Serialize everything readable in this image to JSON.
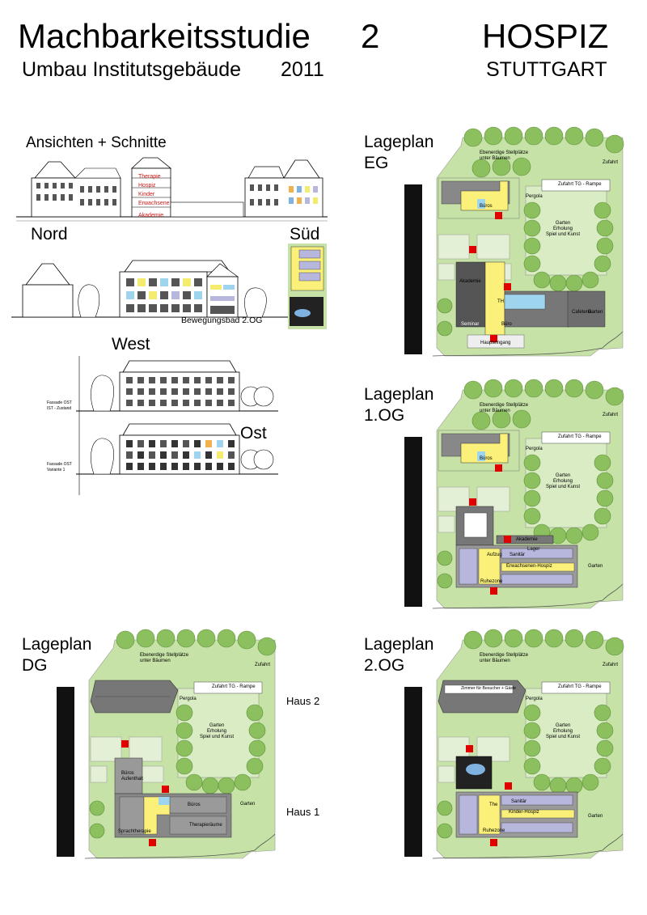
{
  "header": {
    "title": "Machbarkeitsstudie",
    "number": "2",
    "project": "HOSPIZ",
    "subtitle": "Umbau Institutsgebäude",
    "year": "2011",
    "city": "STUTTGART"
  },
  "elevations": {
    "heading": "Ansichten + Schnitte",
    "nord": "Nord",
    "sued": "Süd",
    "west": "West",
    "ost": "Ost",
    "bewegungsbad": "Bewegungsbad 2.OG",
    "fassade_ist_1": "Fassade OST",
    "fassade_ist_2": "IST - Zustand",
    "fassade_var_1": "Fassade OST",
    "fassade_var_2": "Variante 1",
    "stack_labels": [
      "Therapie",
      "Hospiz",
      "Kinder",
      "Erwachsene",
      "Akademie"
    ]
  },
  "plans": {
    "eg": {
      "title_1": "Lageplan",
      "title_2": "EG",
      "stellplaetze_1": "Ebenerdige Stellplätze",
      "stellplaetze_2": "unter Bäumen",
      "zufahrt": "Zufahrt",
      "zufahrt_tg": "Zufahrt TG - Rampe",
      "pergola": "Pergola",
      "garten_1": "Garten",
      "garten_2": "Erholung",
      "garten_3": "Spiel und Kunst",
      "garten_label": "Garten",
      "rooms": [
        "Büros",
        "Akademie",
        "TH",
        "Cafeteria",
        "Seminar",
        "Büro"
      ],
      "haupteingang": "Haupteingang"
    },
    "og1": {
      "title_1": "Lageplan",
      "title_2": "1.OG",
      "stellplaetze_1": "Ebenerdige Stellplätze",
      "stellplaetze_2": "unter Bäumen",
      "zufahrt": "Zufahrt",
      "zufahrt_tg": "Zufahrt TG - Rampe",
      "pergola": "Pergola",
      "garten_1": "Garten",
      "garten_2": "Erholung",
      "garten_3": "Spiel und Kunst",
      "garten_label": "Garten",
      "rooms": [
        "Büros",
        "Akademie",
        "Erwachsenen-Hospiz",
        "Ruhezone",
        "Aufzug",
        "Lager",
        "Sanitär"
      ]
    },
    "dg": {
      "title_1": "Lageplan",
      "title_2": "DG",
      "stellplaetze_1": "Ebenerdige Stellplätze",
      "stellplaetze_2": "unter Bäumen",
      "zufahrt": "Zufahrt",
      "zufahrt_tg": "Zufahrt TG - Rampe",
      "pergola": "Pergola",
      "garten_1": "Garten",
      "garten_2": "Erholung",
      "garten_3": "Spiel und Kunst",
      "garten_label": "Garten",
      "haus_2": "Haus 2",
      "haus_1": "Haus 1",
      "rooms": [
        "Büros",
        "Aufenthalt",
        "Büros",
        "Therapieräume",
        "Sprachtherapie"
      ]
    },
    "og2": {
      "title_1": "Lageplan",
      "title_2": "2.OG",
      "stellplaetze_1": "Ebenerdige Stellplätze",
      "stellplaetze_2": "unter Bäumen",
      "zufahrt": "Zufahrt",
      "zufahrt_tg": "Zufahrt TG - Rampe",
      "zimmer": "Zimmer für Besucher + Gäste",
      "pergola": "Pergola",
      "garten_1": "Garten",
      "garten_2": "Erholung",
      "garten_3": "Spiel und Kunst",
      "garten_label": "Garten",
      "rooms": [
        "Kinder-Hospiz",
        "Ruhezone",
        "Sanitär",
        "The"
      ]
    }
  },
  "colors": {
    "green_area": "#c6e2a6",
    "lawn": "#d9ecc4",
    "tree": "#8cbf5e",
    "tree_stroke": "#5d8f3b",
    "roof": "#7a7a7a",
    "dark_roof": "#555555",
    "yellow": "#fbf17a",
    "blue": "#9fd4ef",
    "purple": "#b7b6dc",
    "marker": "#e00000",
    "wall": "#111111"
  }
}
